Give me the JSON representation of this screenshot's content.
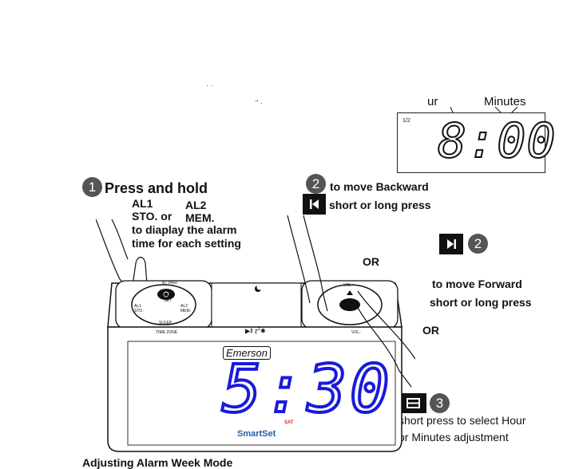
{
  "small_display": {
    "indicator": "1/2",
    "time": "8:00",
    "label_hour": "ur",
    "label_minutes": "Minutes"
  },
  "steps": {
    "step1": {
      "number": "1",
      "title": "Press and hold",
      "al1": "AL1",
      "al2": "AL2",
      "sto_or": "STO. or",
      "mem": "MEM.",
      "line1": "to diaplay the alarm",
      "line2": "time for each setting"
    },
    "step2_back": {
      "number": "2",
      "title": "to move Backward",
      "sub": "short or long press"
    },
    "step2_fwd": {
      "number": "2",
      "title": "to move Forward",
      "sub": "short or long press"
    },
    "step3": {
      "number": "3",
      "line1": "short press to select Hour",
      "line2": "or Minutes adjustment"
    },
    "or1": "OR",
    "or2": "OR"
  },
  "clock": {
    "brand": "Emerson",
    "model": "SmartSet",
    "time": "5:30",
    "day": "SAT",
    "display_color": "#1a1adb",
    "labels": {
      "bt_pair": "BT PAIR",
      "time_set": "TIME SET",
      "al1_sto": "AL1 STO.",
      "al2_mem": "AL2 MEM.",
      "sleep": "SLEEP",
      "time_zone": "TIME ZONE",
      "vol_plus": "VOL+",
      "vol_minus": "VOL-"
    }
  },
  "footer_text": "Adjusting Alarm Week Mode"
}
